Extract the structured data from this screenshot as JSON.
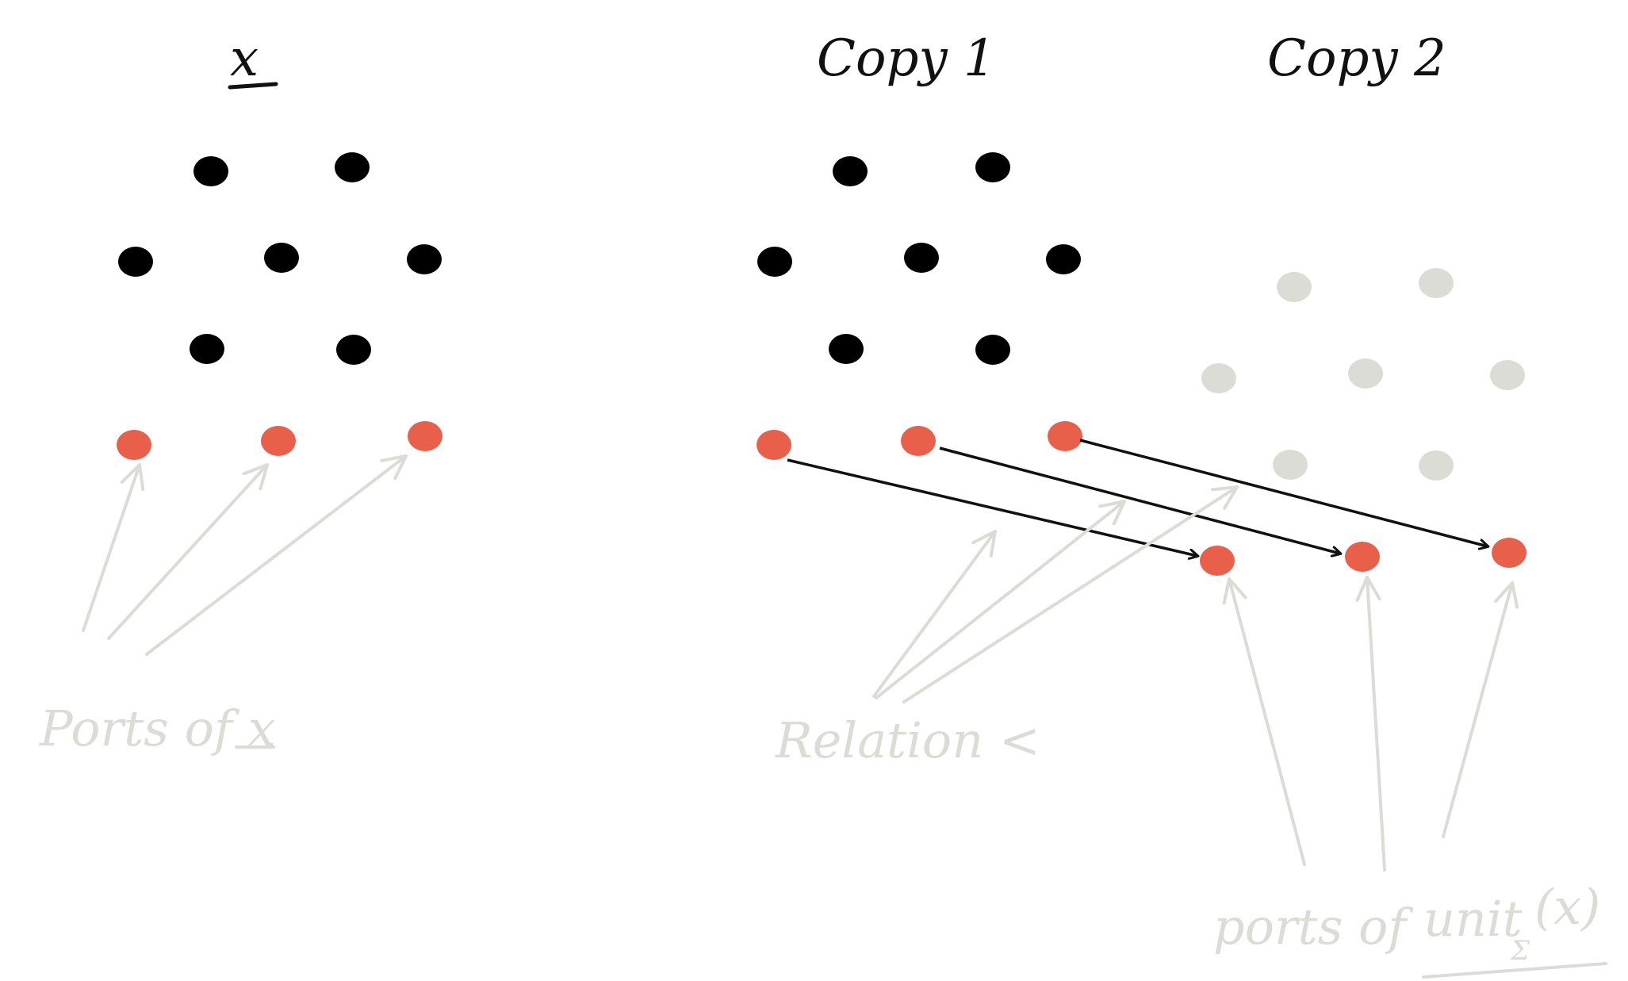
{
  "titles": {
    "x": "x",
    "copy1": "Copy 1",
    "copy2": "Copy 2"
  },
  "annotations": {
    "ports_of_x": "Ports of x",
    "relation": "Relation <",
    "ports_of_unit": "ports of",
    "unit_expr": "unit",
    "unit_sub": "Σ",
    "unit_arg": "(x)"
  },
  "colors": {
    "node": "#000000",
    "port": "#e8604a",
    "faded_node": "#dcdcd6",
    "annotation": "#dcdcd6",
    "arrow": "#111111"
  }
}
